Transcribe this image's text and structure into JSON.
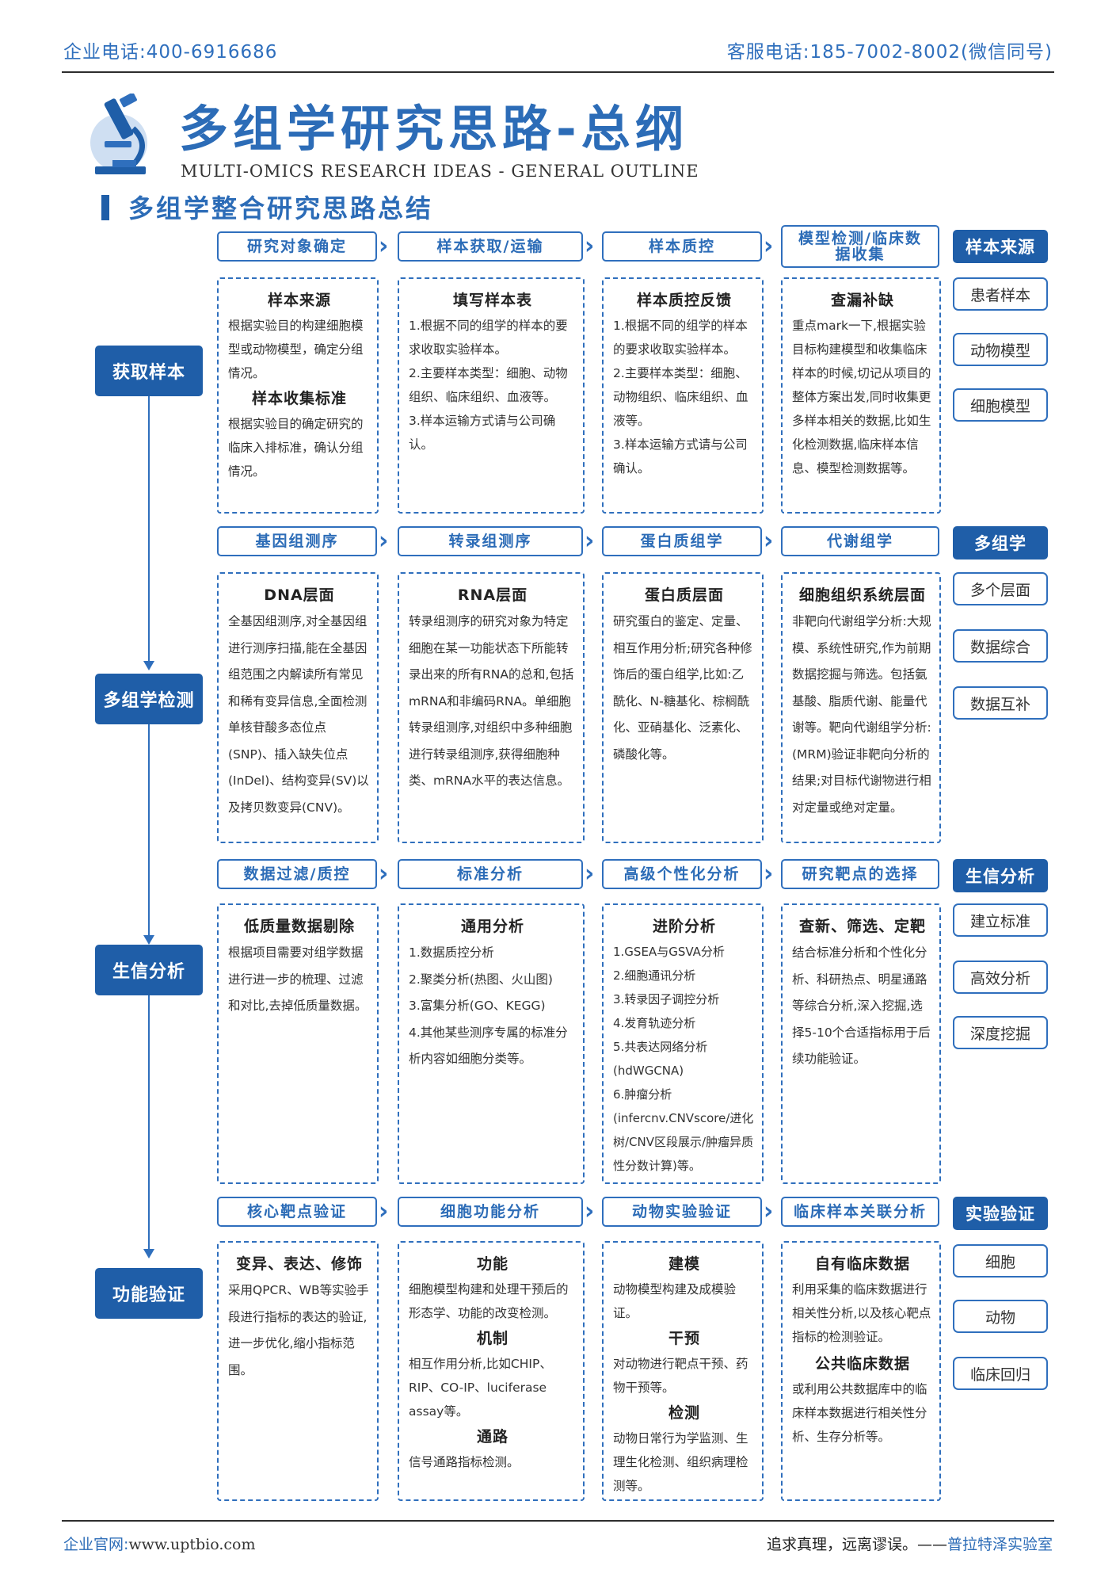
{
  "top": {
    "phone": "企业电话:400-6916686",
    "service": "客服电话:185-7002-8002(微信同号)"
  },
  "title": "多组学研究思路-总纲",
  "subtitle": "MULTI-OMICS RESEARCH IDEAS - GENERAL OUTLINE",
  "section_title": "多组学整合研究思路总结",
  "logo_icon": "microscope-icon",
  "colors": {
    "primary": "#1f5ea8",
    "accent": "#2f6fbd"
  },
  "stages": [
    "获取样本",
    "多组学检测",
    "生信分析",
    "功能验证"
  ],
  "rows": [
    {
      "headers": [
        "研究对象确定",
        "样本获取/运输",
        "样本质控",
        "模型检测/临床数据收集"
      ],
      "label": "样本来源",
      "items": [
        "患者样本",
        "动物模型",
        "细胞模型"
      ],
      "cells": [
        {
          "blocks": [
            {
              "h": "样本来源",
              "b": "根据实验目的构建细胞模型或动物模型，确定分组情况。"
            },
            {
              "h": "样本收集标准",
              "b": "根据实验目的确定研究的临床入排标准，确认分组情况。"
            }
          ]
        },
        {
          "blocks": [
            {
              "h": "填写样本表",
              "b": "1.根据不同的组学的样本的要求收取实验样本。\n2.主要样本类型：细胞、动物组织、临床组织、血液等。\n3.样本运输方式请与公司确认。"
            }
          ]
        },
        {
          "blocks": [
            {
              "h": "样本质控反馈",
              "b": "1.根据不同的组学的样本的要求收取实验样本。\n2.主要样本类型：细胞、动物组织、临床组织、血液等。\n3.样本运输方式请与公司确认。"
            }
          ]
        },
        {
          "blocks": [
            {
              "h": "查漏补缺",
              "b": "重点mark一下,根据实验目标构建模型和收集临床样本的时候,切记从项目的整体方案出发,同时收集更多样本相关的数据,比如生化检测数据,临床样本信息、模型检测数据等。"
            }
          ]
        }
      ]
    },
    {
      "headers": [
        "基因组测序",
        "转录组测序",
        "蛋白质组学",
        "代谢组学"
      ],
      "label": "多组学",
      "items": [
        "多个层面",
        "数据综合",
        "数据互补"
      ],
      "cells": [
        {
          "blocks": [
            {
              "h": "DNA层面",
              "b": "全基因组测序,对全基因组进行测序扫描,能在全基因组范围之内解读所有常见和稀有变异信息,全面检测单核苷酸多态位点(SNP)、插入缺失位点(InDel)、结构变异(SV)以及拷贝数变异(CNV)。"
            }
          ]
        },
        {
          "blocks": [
            {
              "h": "RNA层面",
              "b": "转录组测序的研究对象为特定细胞在某一功能状态下所能转录出来的所有RNA的总和,包括mRNA和非编码RNA。单细胞转录组测序,对组织中多种细胞进行转录组测序,获得细胞种类、mRNA水平的表达信息。"
            }
          ]
        },
        {
          "blocks": [
            {
              "h": "蛋白质层面",
              "b": "研究蛋白的鉴定、定量、相互作用分析;研究各种修饰后的蛋白组学,比如:乙酰化、N-糖基化、棕榈酰化、亚硝基化、泛素化、磷酸化等。"
            }
          ]
        },
        {
          "blocks": [
            {
              "h": "细胞组织系统层面",
              "b": "非靶向代谢组学分析:大规模、系统性研究,作为前期数据挖掘与筛选。包括氨基酸、脂质代谢、能量代谢等。靶向代谢组学分析:(MRM)验证非靶向分析的结果;对目标代谢物进行相对定量或绝对定量。"
            }
          ]
        }
      ]
    },
    {
      "headers": [
        "数据过滤/质控",
        "标准分析",
        "高级个性化分析",
        "研究靶点的选择"
      ],
      "label": "生信分析",
      "items": [
        "建立标准",
        "高效分析",
        "深度挖掘"
      ],
      "cells": [
        {
          "blocks": [
            {
              "h": "低质量数据剔除",
              "b": "根据项目需要对组学数据进行进一步的梳理、过滤和对比,去掉低质量数据。"
            }
          ]
        },
        {
          "blocks": [
            {
              "h": "通用分析",
              "b": "1.数据质控分析\n2.聚类分析(热图、火山图)\n3.富集分析(GO、KEGG)\n4.其他某些测序专属的标准分析内容如细胞分类等。"
            }
          ]
        },
        {
          "blocks": [
            {
              "h": "进阶分析",
              "b": "1.GSEA与GSVA分析\n2.细胞通讯分析\n3.转录因子调控分析\n4.发育轨迹分析\n5.共表达网络分析(hdWGCNA)\n6.肿瘤分析(infercnv.CNVscore/进化树/CNV区段展示/肿瘤异质性分数计算)等。"
            }
          ]
        },
        {
          "blocks": [
            {
              "h": "查新、筛选、定靶",
              "b": "结合标准分析和个性化分析、科研热点、明星通路等综合分析,深入挖掘,选择5-10个合适指标用于后续功能验证。"
            }
          ]
        }
      ]
    },
    {
      "headers": [
        "核心靶点验证",
        "细胞功能分析",
        "动物实验验证",
        "临床样本关联分析"
      ],
      "label": "实验验证",
      "items": [
        "细胞",
        "动物",
        "临床回归"
      ],
      "cells": [
        {
          "blocks": [
            {
              "h": "变异、表达、修饰",
              "b": "采用QPCR、WB等实验手段进行指标的表达的验证,进一步优化,缩小指标范围。"
            }
          ]
        },
        {
          "blocks": [
            {
              "h": "功能",
              "b": "细胞模型构建和处理干预后的形态学、功能的改变检测。"
            },
            {
              "h": "机制",
              "b": "相互作用分析,比如CHIP、RIP、CO-IP、luciferase assay等。"
            },
            {
              "h": "通路",
              "b": "信号通路指标检测。"
            }
          ]
        },
        {
          "blocks": [
            {
              "h": "建模",
              "b": "动物模型构建及成模验证。"
            },
            {
              "h": "干预",
              "b": "对动物进行靶点干预、药物干预等。"
            },
            {
              "h": "检测",
              "b": "动物日常行为学监测、生理生化检测、组织病理检测等。"
            }
          ]
        },
        {
          "blocks": [
            {
              "h": "自有临床数据",
              "b": "利用采集的临床数据进行相关性分析,以及核心靶点指标的检测验证。"
            },
            {
              "h": "公共临床数据",
              "b": "或利用公共数据库中的临床样本数据进行相关性分析、生存分析等。"
            }
          ]
        }
      ]
    }
  ],
  "footer": {
    "site_label": "企业官网:",
    "site": "www.uptbio.com",
    "motto": "追求真理，远离谬误。——",
    "lab": "普拉特泽实验室"
  }
}
